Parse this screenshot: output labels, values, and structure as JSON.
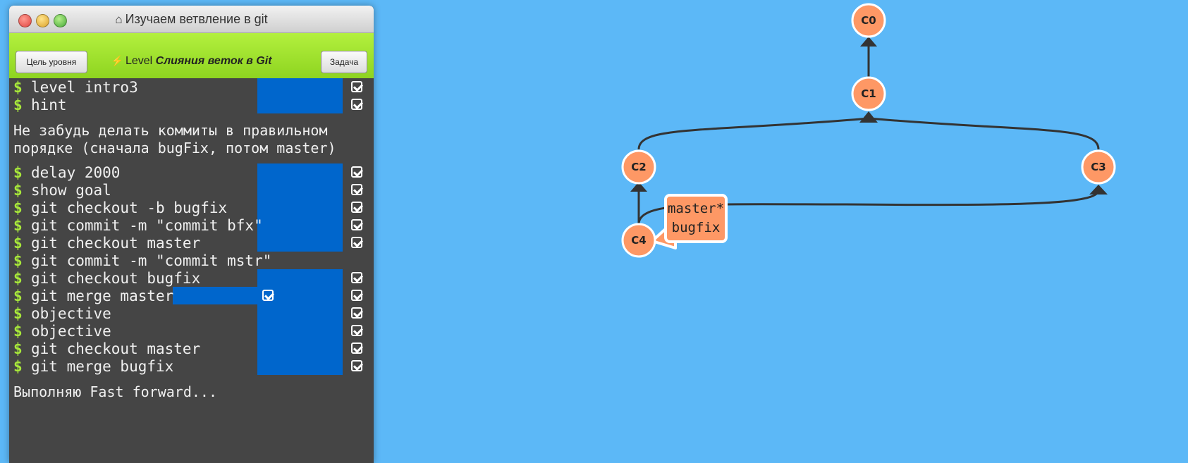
{
  "window": {
    "title": "Изучаем ветвление в git",
    "home_icon": "home-icon"
  },
  "levelbar": {
    "goal_button": "Цель уровня",
    "task_button": "Задача",
    "level_prefix": "Level",
    "level_name": "Слияния веток в Git",
    "bolt_icon": "bolt-icon"
  },
  "terminal": {
    "commands": [
      "level intro3",
      "hint",
      "delay 2000",
      "show goal",
      "git checkout -b bugfix",
      "git commit -m \"commit bfx\"",
      "git checkout master",
      "git commit -m \"commit mstr\"",
      "git checkout bugfix",
      "git merge master",
      "objective",
      "objective",
      "git checkout master",
      "git merge bugfix"
    ],
    "hint_message_line1": "Не забудь делать коммиты в правильном",
    "hint_message_line2": "порядке (сначала bugFix, потом master)",
    "status_message": "Выполняю Fast forward...",
    "prompt": "$"
  },
  "graph": {
    "commits": [
      "C0",
      "C1",
      "C2",
      "C3",
      "C4"
    ],
    "branch_label_line1": "master*",
    "branch_label_line2": "bugfix"
  },
  "colors": {
    "background": "#5cb8f7",
    "commit_fill": "#fe9865",
    "terminal_bg": "#454545",
    "highlight": "#0066cc",
    "prompt_green": "#a8e83a",
    "levelbar_green": "#9ee22e"
  }
}
